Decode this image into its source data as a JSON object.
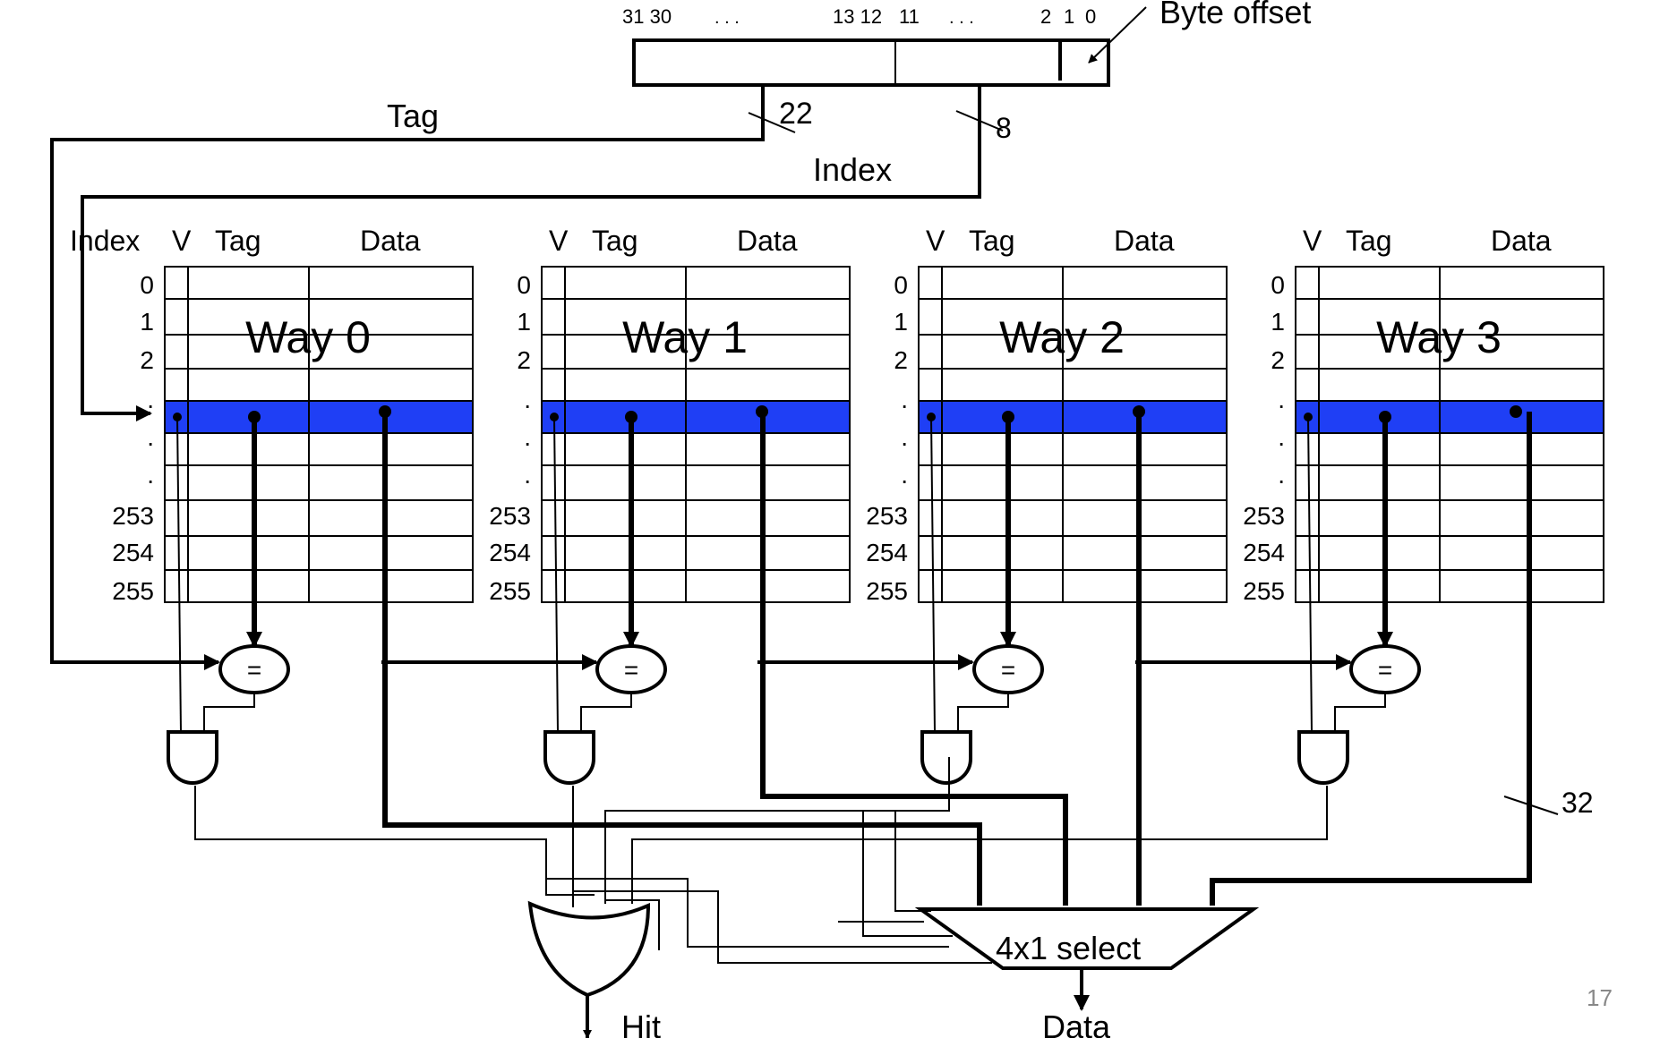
{
  "page_number": "17",
  "address": {
    "bit_labels": [
      "31 30",
      ". . .",
      "13 12",
      "11",
      ". . .",
      "2",
      "1",
      "0"
    ],
    "byte_offset_label": "Byte offset",
    "tag_label": "Tag",
    "tag_width": "22",
    "index_label": "Index",
    "index_width": "8"
  },
  "cache": {
    "index_header": "Index",
    "row_labels": [
      "0",
      "1",
      "2",
      ".",
      ".",
      ".",
      "253",
      "254",
      "255"
    ],
    "highlight_color": "#1f3ff5",
    "ways": [
      {
        "name": "Way 0",
        "v_header": "V",
        "tag_header": "Tag",
        "data_header": "Data"
      },
      {
        "name": "Way 1",
        "v_header": "V",
        "tag_header": "Tag",
        "data_header": "Data"
      },
      {
        "name": "Way 2",
        "v_header": "V",
        "tag_header": "Tag",
        "data_header": "Data"
      },
      {
        "name": "Way 3",
        "v_header": "V",
        "tag_header": "Tag",
        "data_header": "Data"
      }
    ]
  },
  "comparator_symbol": "=",
  "data_width": "32",
  "mux_label": "4x1 select",
  "hit_label": "Hit",
  "data_out_label": "Data"
}
